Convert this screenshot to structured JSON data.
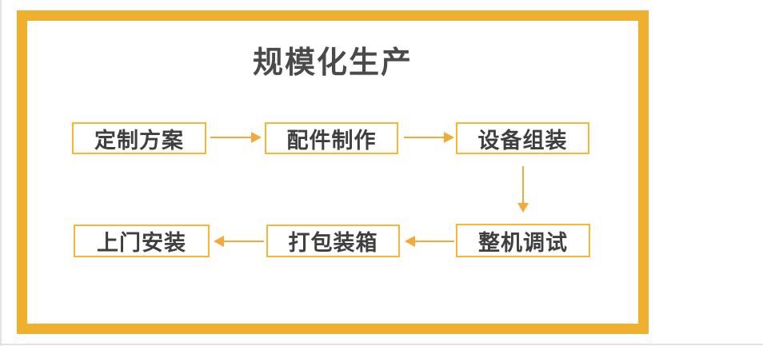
{
  "diagram": {
    "title": "规模化生产",
    "nodes": [
      {
        "id": "custom-plan",
        "label": "定制方案"
      },
      {
        "id": "parts-production",
        "label": "配件制作"
      },
      {
        "id": "equipment-assembly",
        "label": "设备组装"
      },
      {
        "id": "machine-testing",
        "label": "整机调试"
      },
      {
        "id": "packing",
        "label": "打包装箱"
      },
      {
        "id": "onsite-installation",
        "label": "上门安装"
      }
    ],
    "connections": [
      {
        "from": "定制方案",
        "to": "配件制作",
        "direction": "right"
      },
      {
        "from": "配件制作",
        "to": "设备组装",
        "direction": "right"
      },
      {
        "from": "设备组装",
        "to": "整机调试",
        "direction": "down"
      },
      {
        "from": "整机调试",
        "to": "打包装箱",
        "direction": "left"
      },
      {
        "from": "打包装箱",
        "to": "上门安装",
        "direction": "left"
      }
    ]
  },
  "colors": {
    "frame_border": "#efb02f",
    "node_border": "#fbb434",
    "arrow": "#f5a93a",
    "title_text": "#4a4a4a",
    "node_text": "#3f3f3f",
    "page_edge": "#e2e2e2"
  }
}
